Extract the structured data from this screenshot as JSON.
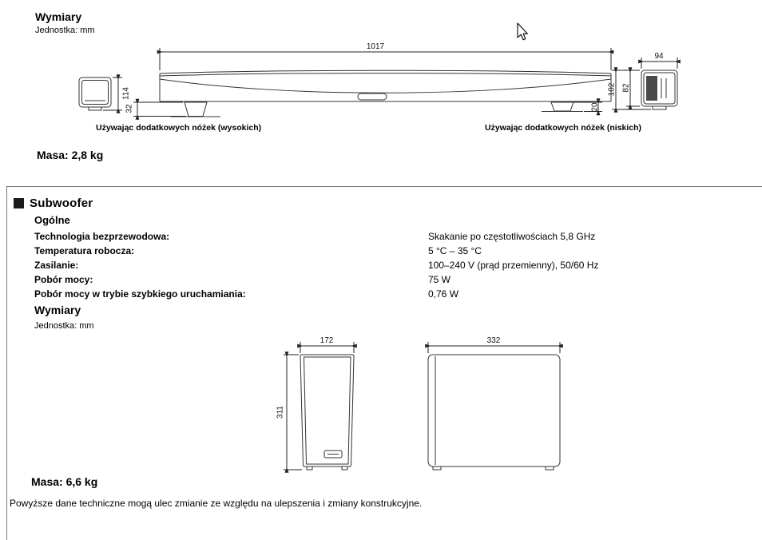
{
  "soundbar": {
    "title": "Wymiary",
    "unit": "Jednostka: mm",
    "dims": {
      "total_width": "1017",
      "end_height_high_feet": "114",
      "high_foot_height": "32",
      "low_foot_height": "20",
      "end_width": "94",
      "end_height_low_feet": "102",
      "body_height": "82"
    },
    "caption_high_feet": "Używając dodatkowych nóżek (wysokich)",
    "caption_low_feet": "Używając dodatkowych nóżek (niskich)",
    "mass": "Masa: 2,8 kg"
  },
  "subwoofer": {
    "title": "Subwoofer",
    "general_heading": "Ogólne",
    "specs": [
      {
        "label": "Technologia bezprzewodowa:",
        "value": "Skakanie po częstotliwościach 5,8 GHz"
      },
      {
        "label": "Temperatura robocza:",
        "value": "5 °C – 35 °C"
      },
      {
        "label": "Zasilanie:",
        "value": "100–240 V (prąd przemienny), 50/60 Hz"
      },
      {
        "label": "Pobór mocy:",
        "value": "75 W"
      },
      {
        "label": "Pobór mocy w trybie szybkiego uruchamiania:",
        "value": "0,76 W"
      }
    ],
    "dims_heading": "Wymiary",
    "unit": "Jednostka: mm",
    "dims": {
      "width": "172",
      "height": "311",
      "depth": "332"
    },
    "mass": "Masa: 6,6 kg"
  },
  "footer_note": "Powyższe dane techniczne mogą ulec zmianie ze względu na ulepszenia i zmiany konstrukcyjne."
}
